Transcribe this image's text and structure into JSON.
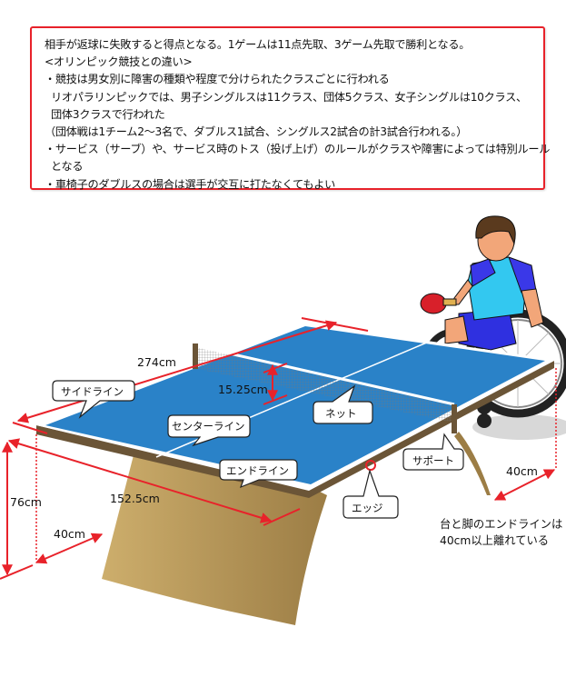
{
  "info_box": {
    "lines": [
      "相手が返球に失敗すると得点となる。1ゲームは11点先取、3ゲーム先取で勝利となる。",
      "<オリンピック競技との違い>",
      "・競技は男女別に障害の種類や程度で分けられたクラスごとに行われる",
      "リオパラリンピックでは、男子シングルスは11クラス、団体5クラス、女子シングルは10クラス、",
      "団体3クラスで行われた",
      "（団体戦は1チーム2～3名で、ダブルス1試合、シングルス2試合の計3試合行われる。）",
      "・サービス（サーブ）や、サービス時のトス（投げ上げ）のルールがクラスや障害によっては特別ルール",
      "となる",
      "・車椅子のダブルスの場合は選手が交互に打たなくてもよい"
    ],
    "border_color": "#e8222a"
  },
  "diagram": {
    "dimensions": {
      "length": "274cm",
      "net_height": "15.25cm",
      "width": "152.5cm",
      "height": "76cm",
      "leg_offset_left": "40cm",
      "leg_offset_right": "40cm"
    },
    "callouts": {
      "side_line": "サイドライン",
      "center_line": "センターライン",
      "net": "ネット",
      "end_line": "エンドライン",
      "support": "サポート",
      "edge": "エッジ"
    },
    "note": {
      "line1": "台と脚のエンドラインは",
      "line2": "40cm以上離れている"
    },
    "colors": {
      "table_top": "#2a82c8",
      "table_edge": "#6b5537",
      "leg": "#b89a5e",
      "dimension_line": "#e8222a",
      "line_white": "#ffffff"
    }
  }
}
